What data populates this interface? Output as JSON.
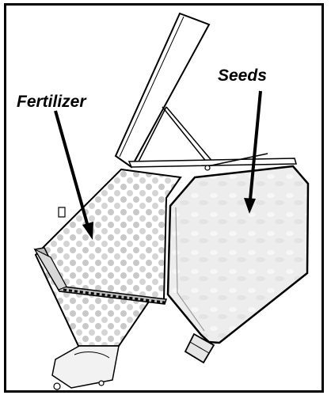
{
  "labels": {
    "fertilizer": "Fertilizer",
    "seeds": "Seeds"
  },
  "colors": {
    "outline": "#000000",
    "fertilizer_pellet": "#cfcfcf",
    "seed_fill": "#ececec",
    "background": "#ffffff"
  },
  "icons": {
    "lid": "hinged-lid",
    "fertilizer_hopper": "hopper",
    "seed_hopper": "hopper",
    "metering_unit": "metering-unit",
    "seed_outlet": "outlet-spout"
  }
}
